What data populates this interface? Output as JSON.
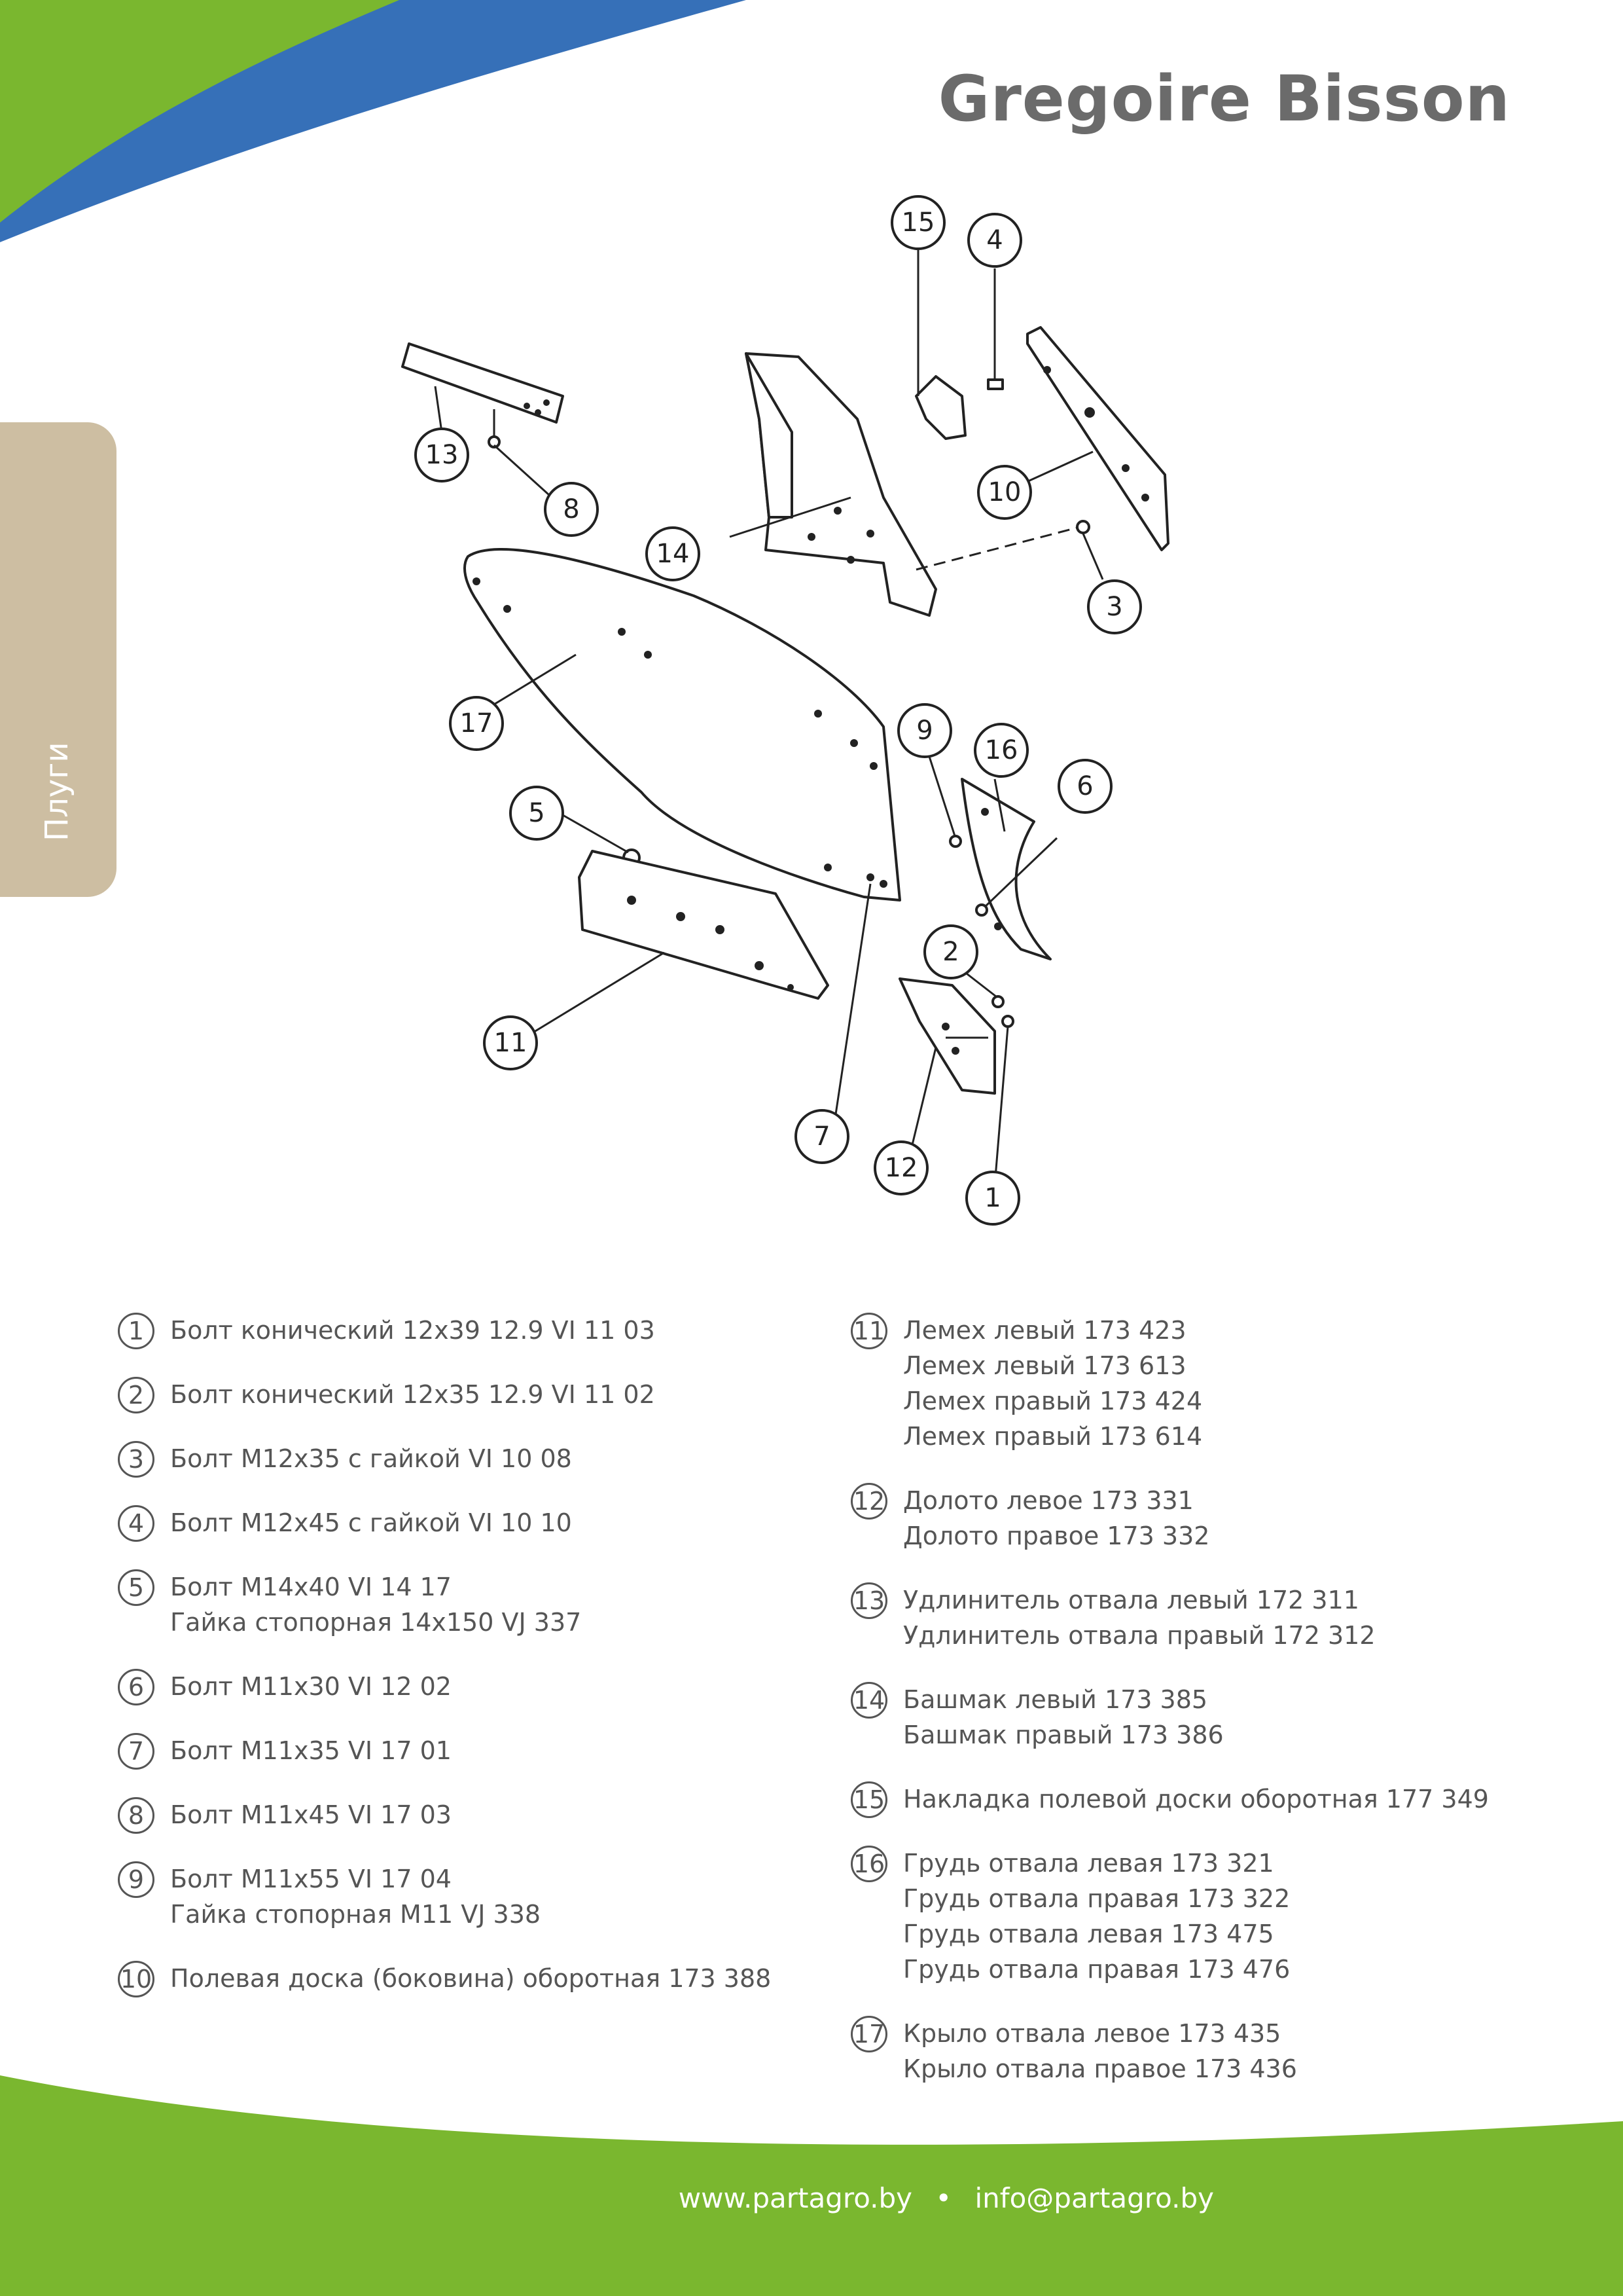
{
  "brand": {
    "title": "Gregoire Bisson"
  },
  "side_tab": {
    "label": "Плуги"
  },
  "callouts": [
    "15",
    "4",
    "13",
    "8",
    "10",
    "14",
    "3",
    "17",
    "9",
    "16",
    "6",
    "5",
    "2",
    "11",
    "7",
    "12",
    "1"
  ],
  "legend_left": [
    {
      "num": "1",
      "lines": [
        "Болт конический 12х39 12.9 VI 11 03"
      ]
    },
    {
      "num": "2",
      "lines": [
        "Болт конический 12х35 12.9 VI 11 02"
      ]
    },
    {
      "num": "3",
      "lines": [
        "Болт М12х35 с гайкой VI 10 08"
      ]
    },
    {
      "num": "4",
      "lines": [
        "Болт М12х45 с гайкой VI 10 10"
      ]
    },
    {
      "num": "5",
      "lines": [
        "Болт М14х40 VI 14 17",
        "Гайка стопорная 14х150 VJ 337"
      ]
    },
    {
      "num": "6",
      "lines": [
        "Болт М11х30 VI 12 02"
      ]
    },
    {
      "num": "7",
      "lines": [
        "Болт М11х35 VI 17 01"
      ]
    },
    {
      "num": "8",
      "lines": [
        "Болт М11х45 VI 17 03"
      ]
    },
    {
      "num": "9",
      "lines": [
        "Болт М11х55  VI 17 04",
        "Гайка стопорная М11  VJ 338"
      ]
    },
    {
      "num": "10",
      "lines": [
        "Полевая доска (боковина) оборотная 173 388"
      ]
    }
  ],
  "legend_right": [
    {
      "num": "11",
      "lines": [
        "Лемех левый 173 423",
        "Лемех левый 173 613",
        "Лемех правый 173 424",
        "Лемех правый 173 614"
      ]
    },
    {
      "num": "12",
      "lines": [
        "Долото левое 173 331",
        "Долото правое 173 332"
      ]
    },
    {
      "num": "13",
      "lines": [
        "Удлинитель отвала левый 172 311",
        "Удлинитель отвала правый 172 312"
      ]
    },
    {
      "num": "14",
      "lines": [
        "Башмак левый 173 385",
        "Башмак правый 173 386"
      ]
    },
    {
      "num": "15",
      "lines": [
        "Накладка полевой доски оборотная 177 349"
      ]
    },
    {
      "num": "16",
      "lines": [
        "Грудь отвала левая 173 321",
        "Грудь отвала правая 173 322",
        "Грудь отвала левая 173 475",
        "Грудь отвала правая 173 476"
      ]
    },
    {
      "num": "17",
      "lines": [
        "Крыло отвала левое 173 435",
        "Крыло отвала правое 173 436"
      ]
    }
  ],
  "footer": {
    "website": "www.partagro.by",
    "separator": "•",
    "email": "info@partagro.by"
  },
  "colors": {
    "green": "#7ab72f",
    "blue": "#3670b8",
    "tab": "#cdbea2",
    "title": "#6b6b6b"
  }
}
